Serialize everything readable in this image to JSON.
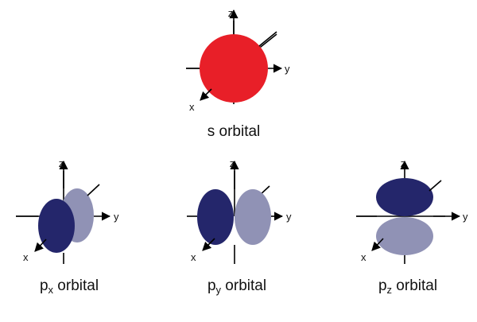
{
  "colors": {
    "s_orbital": "#e81f28",
    "dark_lobe": "#24266b",
    "light_lobe": "#9092b5",
    "axis": "#000000"
  },
  "axes": {
    "x": "x",
    "y": "y",
    "z": "z"
  },
  "orbitals": [
    {
      "id": "s",
      "label_main": "s orbital",
      "subscript": "",
      "label_rest": ""
    },
    {
      "id": "px",
      "label_main": "p",
      "subscript": "x",
      "label_rest": " orbital"
    },
    {
      "id": "py",
      "label_main": "p",
      "subscript": "y",
      "label_rest": " orbital"
    },
    {
      "id": "pz",
      "label_main": "p",
      "subscript": "z",
      "label_rest": " orbital"
    }
  ]
}
